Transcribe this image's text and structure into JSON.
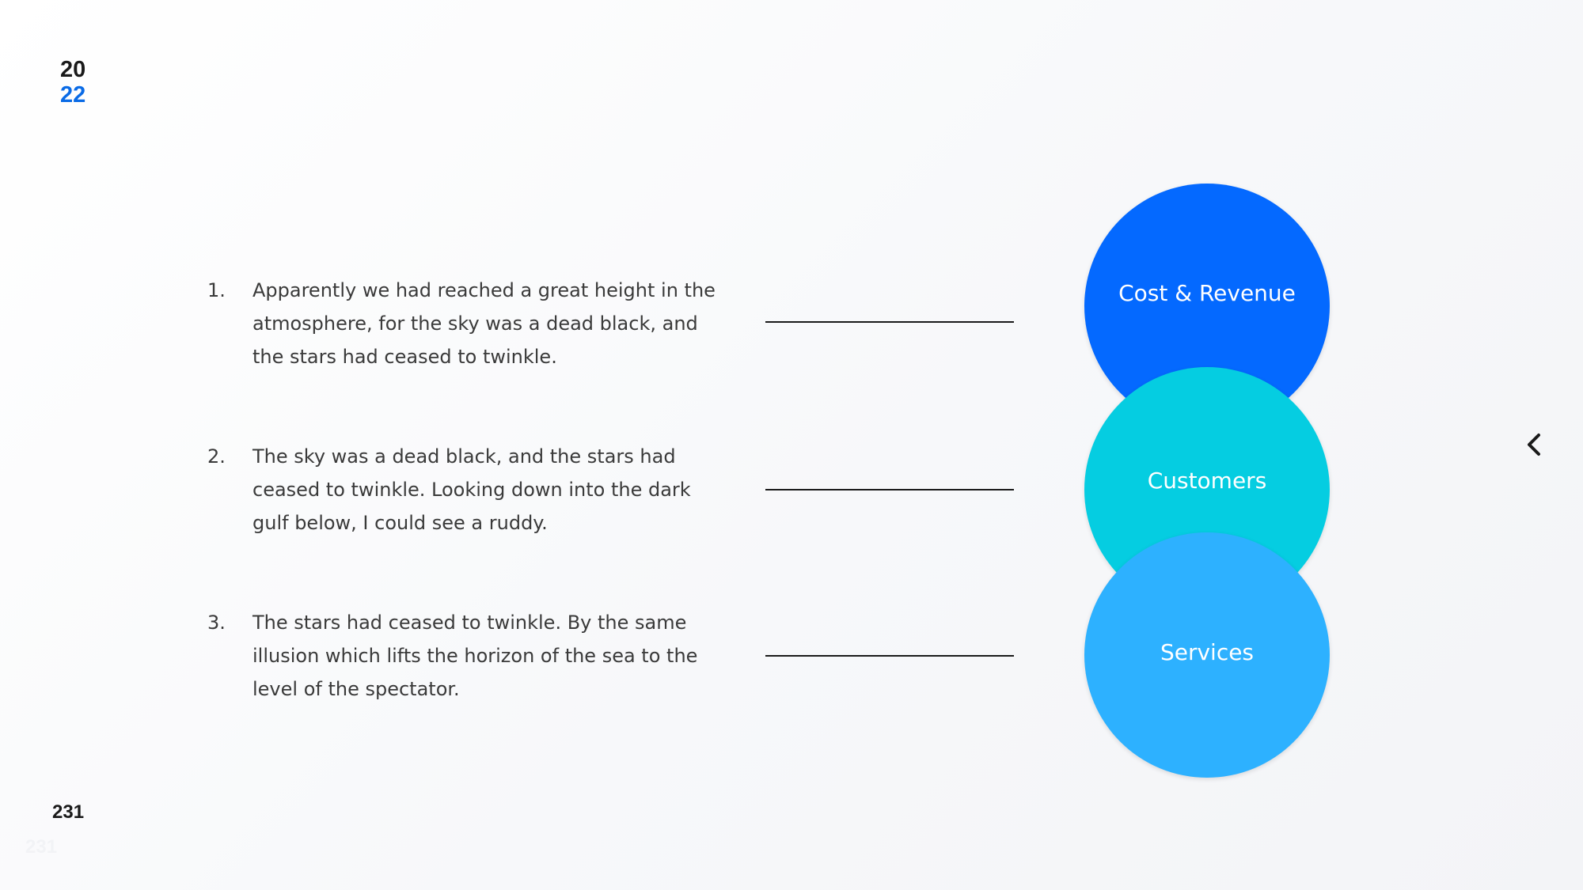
{
  "header": {
    "year_top": "20",
    "year_bottom": "22"
  },
  "list": [
    {
      "number": "1.",
      "text": "Apparently we had reached a great height in the atmosphere, for the sky was a dead black, and the stars had ceased to twinkle."
    },
    {
      "number": "2.",
      "text": "The sky was a dead black, and the stars had ceased to twinkle. Looking down into the dark gulf below, I could see a ruddy."
    },
    {
      "number": "3.",
      "text": "The stars had ceased to twinkle. By the same illusion which lifts the horizon of the sea to the level of the spectator."
    }
  ],
  "circles": [
    {
      "label": "Cost & Revenue",
      "color": "#0469ff"
    },
    {
      "label": "Customers",
      "color": "#05cde1"
    },
    {
      "label": "Services",
      "color": "#2db1ff"
    }
  ],
  "navigation": {
    "back_icon": "chevron-left-icon"
  },
  "footer": {
    "page_number": "231",
    "page_number_ghost": "231"
  },
  "colors": {
    "accent_blue": "#0a6be6",
    "text": "#3a3a3a"
  }
}
